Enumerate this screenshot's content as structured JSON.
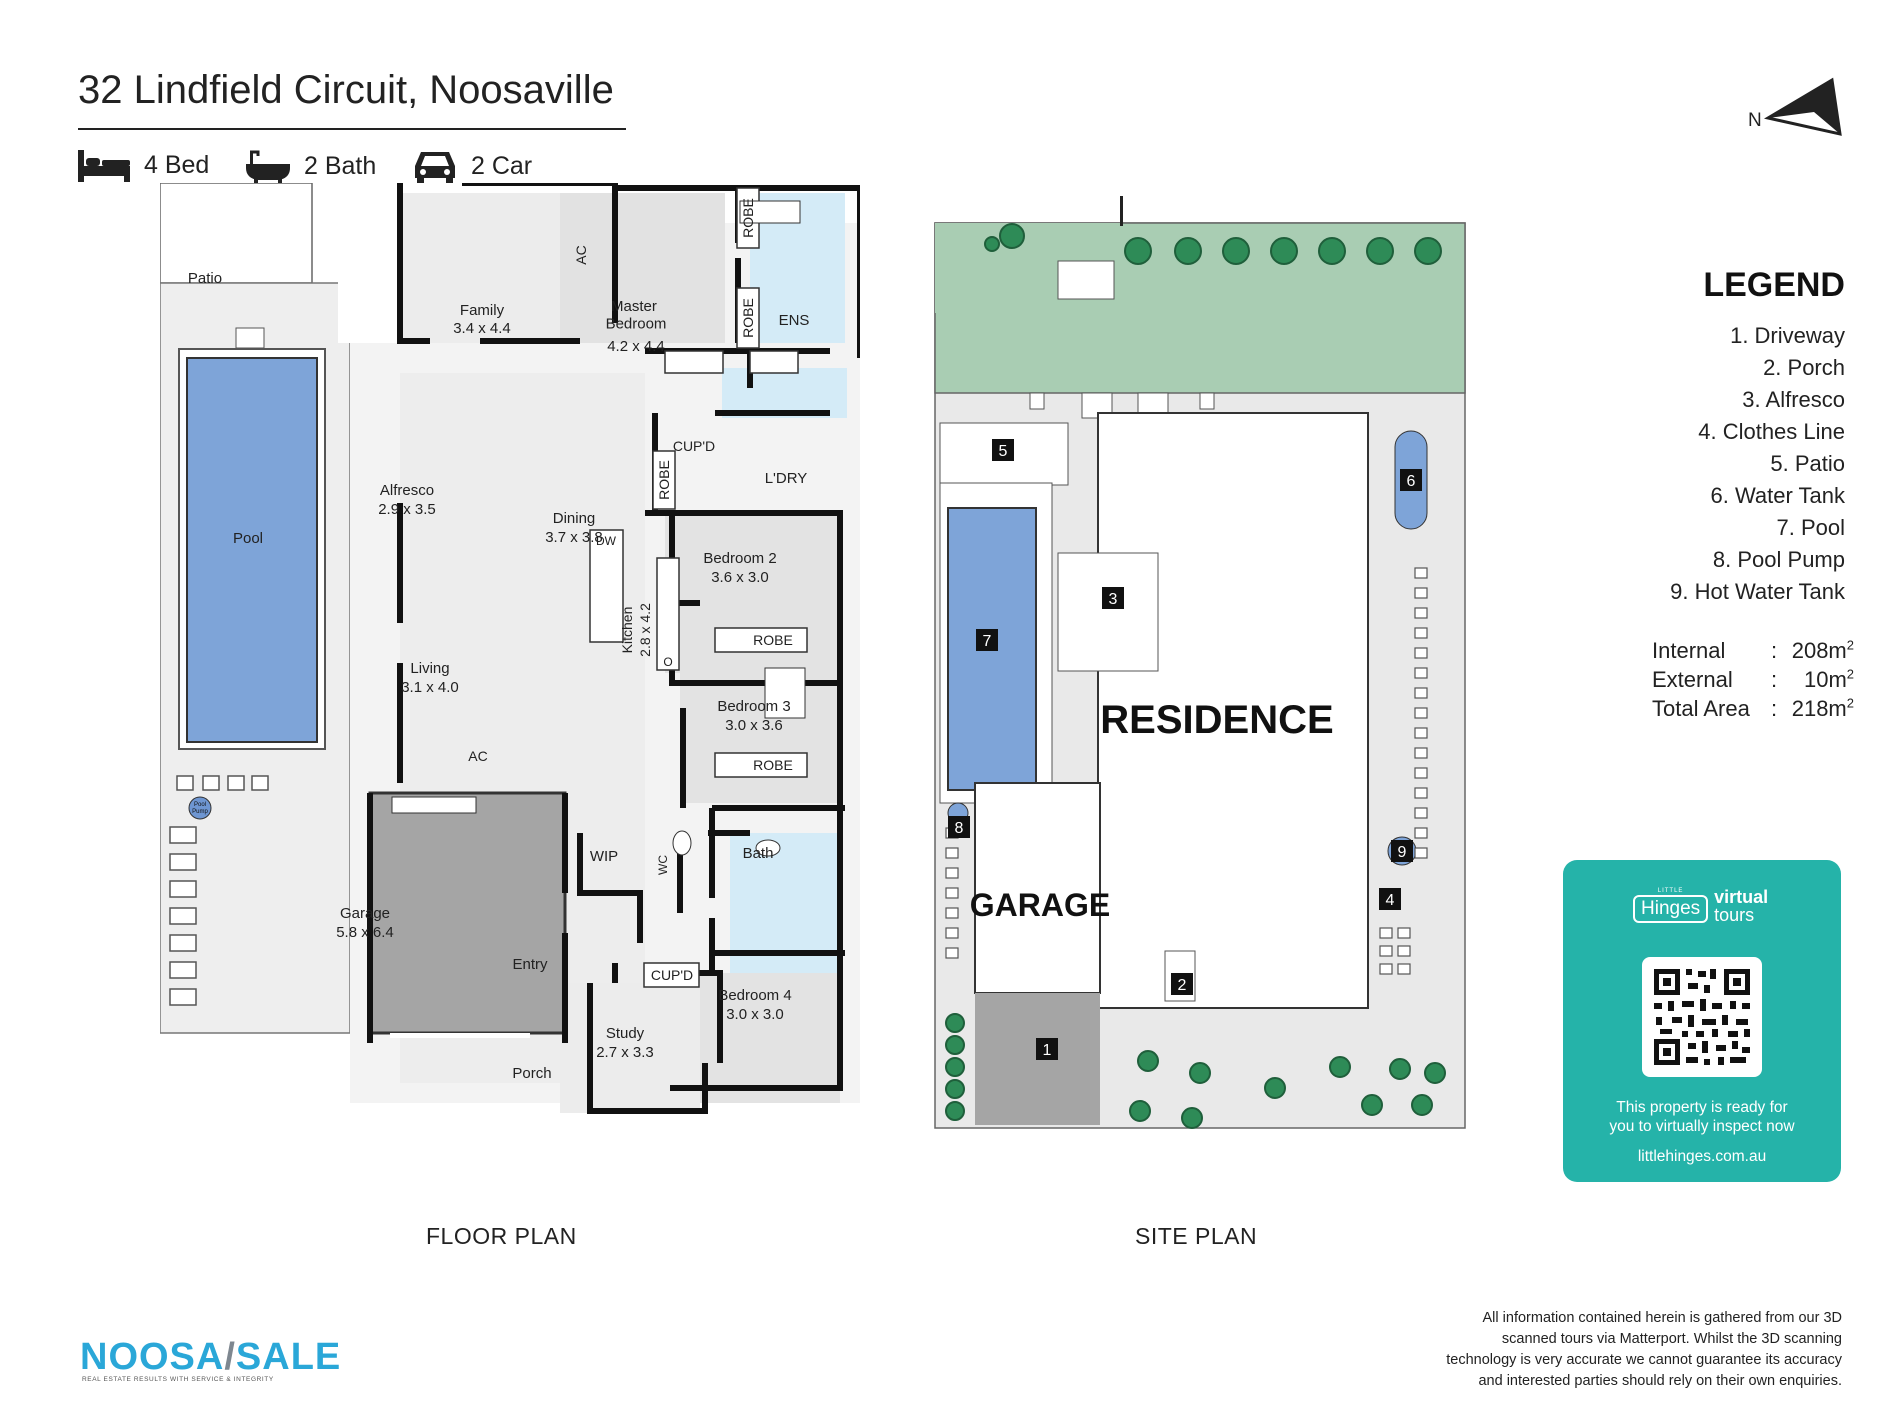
{
  "header": {
    "title": "32 Lindfield Circuit, Noosaville",
    "features": [
      {
        "icon": "bed-icon",
        "label": "4 Bed"
      },
      {
        "icon": "bath-icon",
        "label": "2 Bath"
      },
      {
        "icon": "car-icon",
        "label": "2 Car"
      }
    ],
    "north_label": "N"
  },
  "floor_plan": {
    "caption": "FLOOR PLAN",
    "rooms": [
      {
        "name": "Patio",
        "size": ""
      },
      {
        "name": "Pool",
        "size": ""
      },
      {
        "name": "Family",
        "size": "3.4 x 4.4"
      },
      {
        "name": "Master\nBedroom",
        "size": "4.2 x 4.4"
      },
      {
        "name": "ENS",
        "size": ""
      },
      {
        "name": "Alfresco",
        "size": "2.9 x 3.5"
      },
      {
        "name": "Dining",
        "size": "3.7 x 3.8"
      },
      {
        "name": "L'DRY",
        "size": ""
      },
      {
        "name": "Bedroom 2",
        "size": "3.6 x 3.0"
      },
      {
        "name": "Living",
        "size": "3.1 x 4.0"
      },
      {
        "name": "Kitchen",
        "size": "2.8 x 4.2"
      },
      {
        "name": "Bedroom 3",
        "size": "3.0 x 3.6"
      },
      {
        "name": "Garage",
        "size": "5.8 x 6.4"
      },
      {
        "name": "WIP",
        "size": ""
      },
      {
        "name": "WC",
        "size": ""
      },
      {
        "name": "Bath",
        "size": ""
      },
      {
        "name": "Bedroom 4",
        "size": "3.0 x 3.0"
      },
      {
        "name": "Study",
        "size": "2.7 x 3.3"
      },
      {
        "name": "Entry",
        "size": ""
      },
      {
        "name": "Porch",
        "size": ""
      }
    ],
    "fixtures": [
      "AC",
      "AC",
      "ROBE",
      "ROBE",
      "ROBE",
      "ROBE",
      "ROBE",
      "CUP'D",
      "CUP'D",
      "DW",
      "O",
      "Pool\nPump"
    ]
  },
  "site_plan": {
    "caption": "SITE PLAN",
    "residence_label": "RESIDENCE",
    "garage_label": "GARAGE",
    "markers": [
      "1",
      "2",
      "3",
      "4",
      "5",
      "6",
      "7",
      "8",
      "9"
    ]
  },
  "legend": {
    "title": "LEGEND",
    "items": [
      "1. Driveway",
      "2. Porch",
      "3. Alfresco",
      "4. Clothes Line",
      "5. Patio",
      "6. Water Tank",
      "7. Pool",
      "8. Pool Pump",
      "9. Hot Water Tank"
    ]
  },
  "areas": [
    {
      "label": "Internal",
      "value": "208m",
      "unit_sup": "2"
    },
    {
      "label": "External",
      "value": "10m",
      "unit_sup": "2"
    },
    {
      "label": "Total Area",
      "value": "218m",
      "unit_sup": "2"
    }
  ],
  "virtual_tour": {
    "logo_small": "LITTLE",
    "logo_hinges": "Hinges",
    "logo_virtual": "virtual",
    "logo_tours": "tours",
    "message_line1": "This property is ready for",
    "message_line2": "you to virtually inspect now",
    "url": "littlehinges.com.au"
  },
  "disclaimer": [
    "All information contained herein is gathered from our 3D",
    "scanned tours via Matterport. Whilst the 3D scanning",
    "technology is very accurate we cannot guarantee its accuracy",
    "and interested parties should rely on their own enquiries."
  ],
  "brand": {
    "part1": "NOOSA",
    "part2": "SALE",
    "tagline": "REAL ESTATE RESULTS WITH SERVICE & INTEGRITY"
  },
  "colors": {
    "pool": "#7ea4d8",
    "garage": "#a5a5a5",
    "grass": "#a9cdb3",
    "card": "#25b3a9",
    "brand": "#2aa7d8",
    "ensuite": "#d4ebf7"
  }
}
